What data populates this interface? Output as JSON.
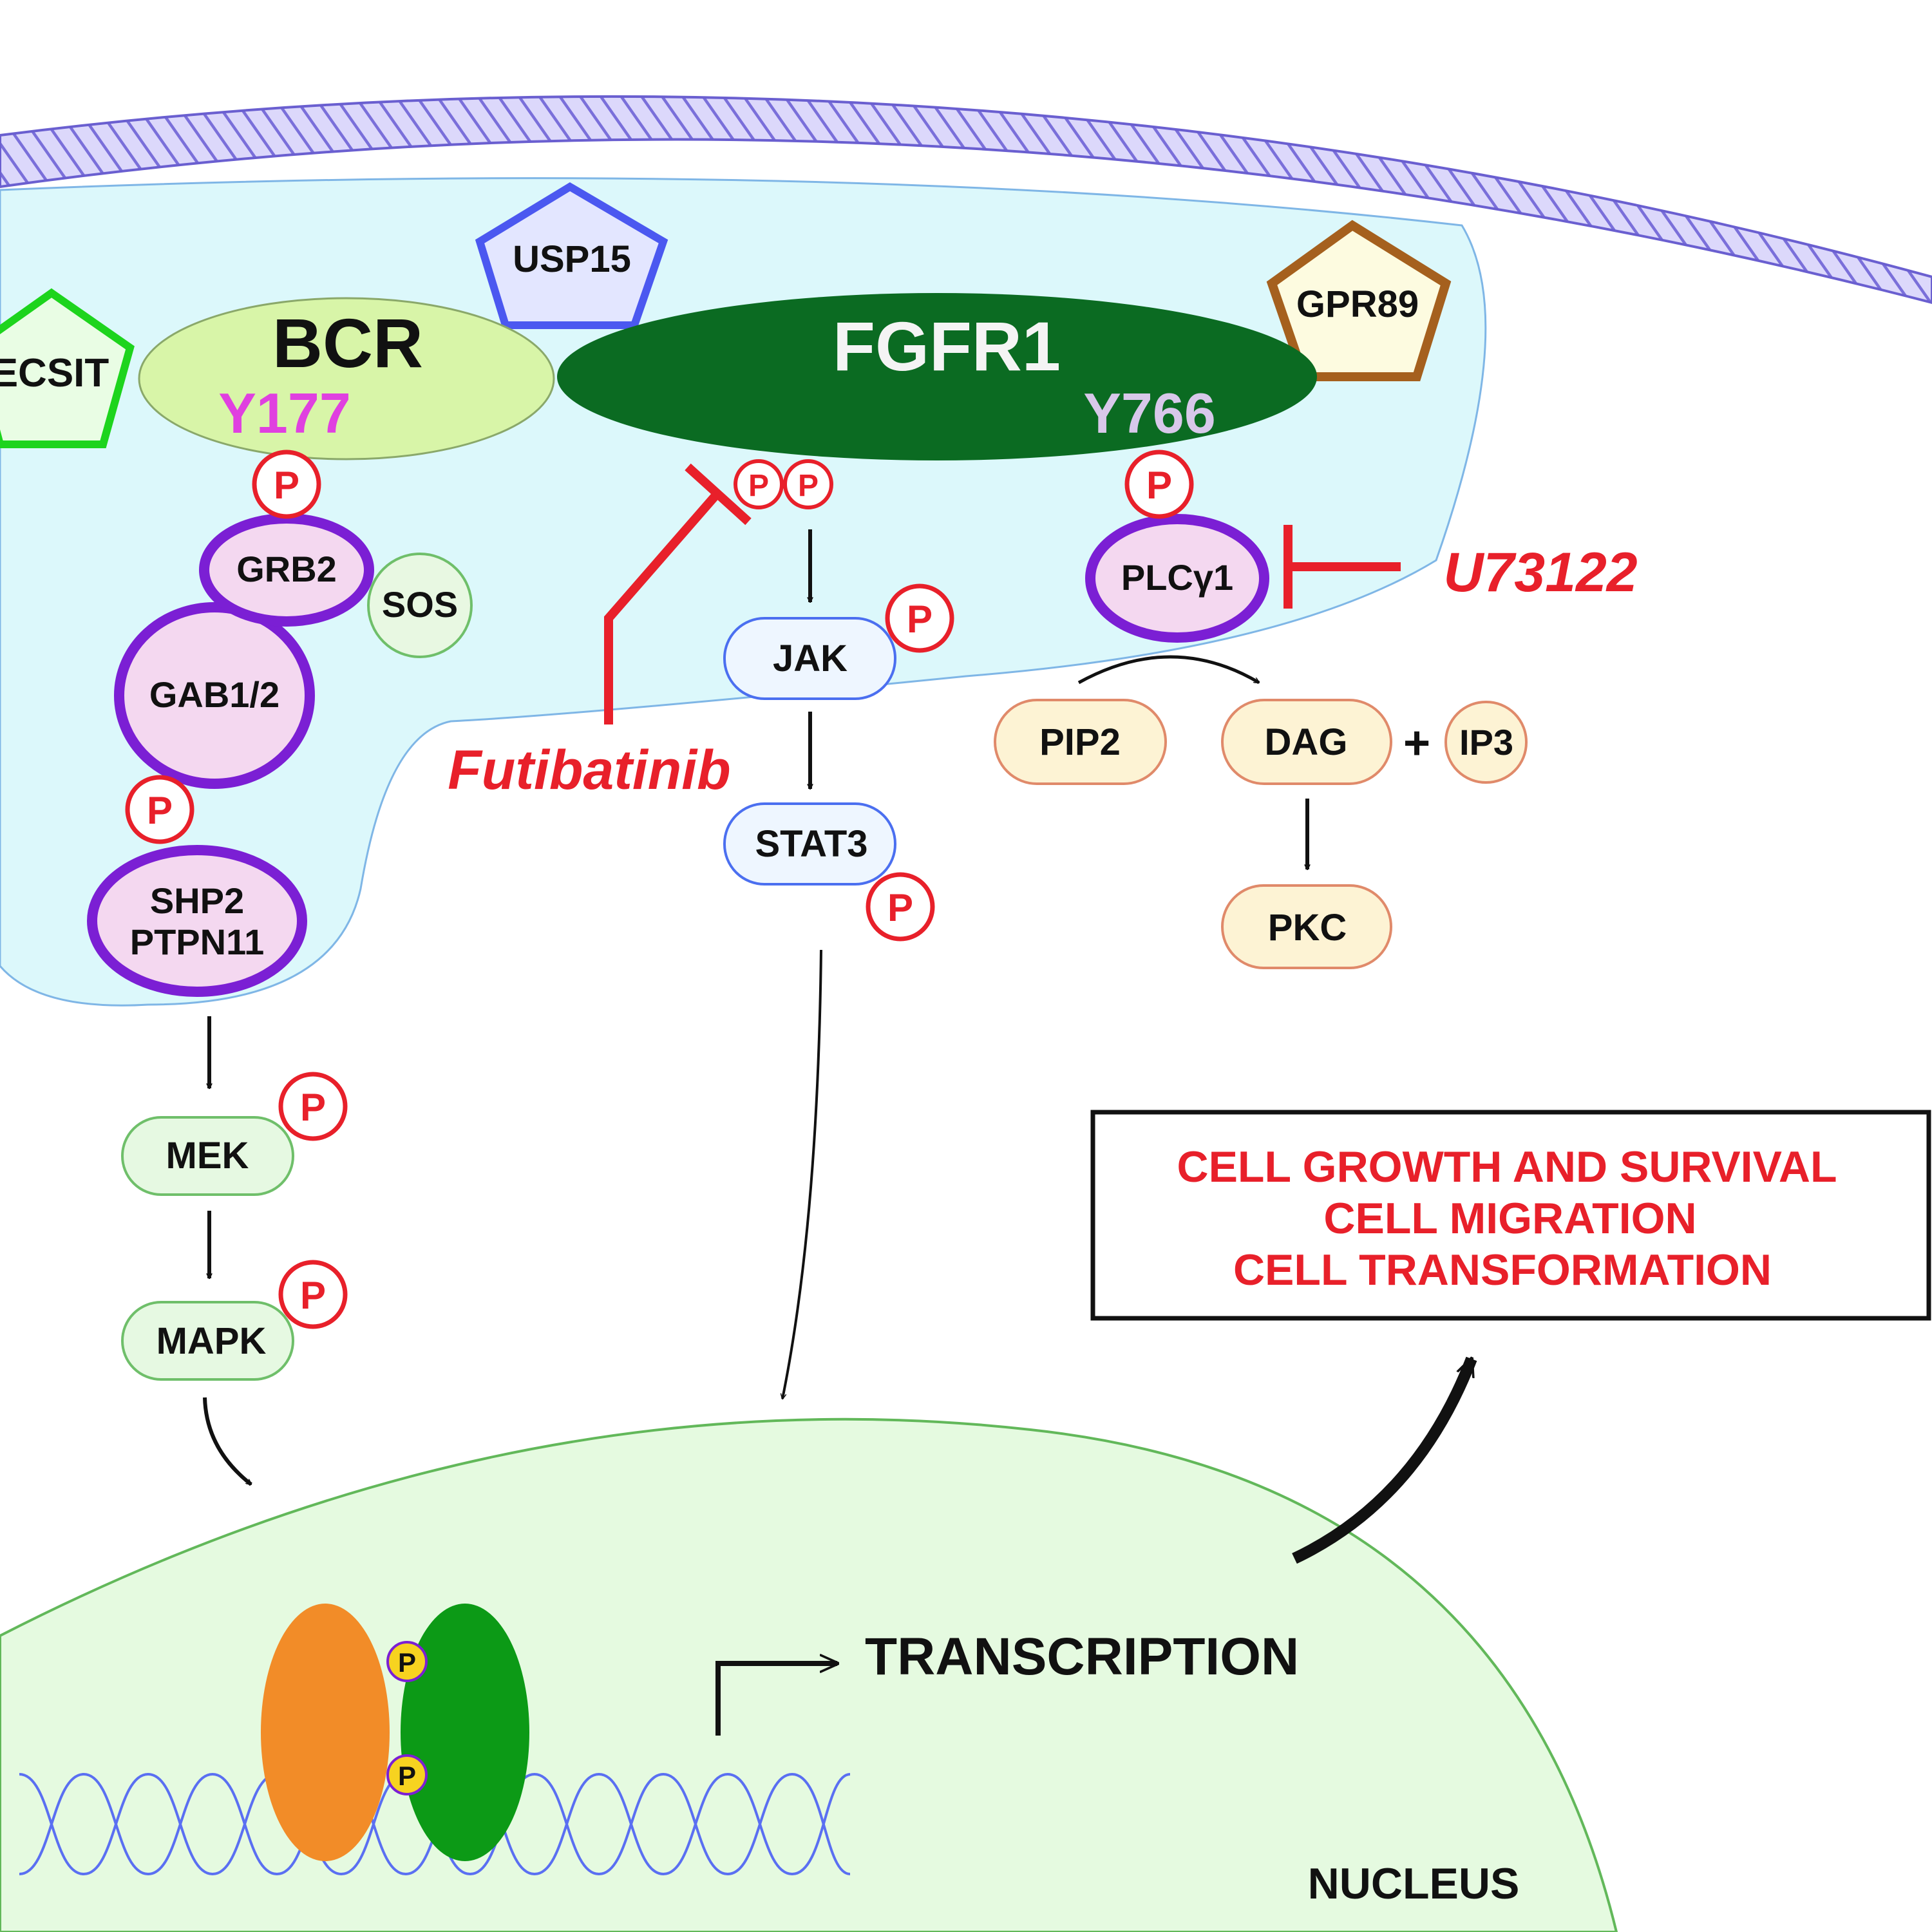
{
  "colors": {
    "membrane": "#8a7fe0",
    "cytoplasm": "#dcf8fb",
    "phospho": "#e8202a",
    "inhibitor": "#e8202a",
    "fgfr1": "#0b6b22",
    "bcr": "#d8f5a8",
    "nucleus": "#e5fae0"
  },
  "receptors": {
    "bcr": "BCR",
    "bcr_site": "Y177",
    "fgfr1": "FGFR1",
    "fgfr1_site": "Y766"
  },
  "partners": {
    "ecsit": "ECSIT",
    "usp15": "USP15",
    "gpr89": "GPR89"
  },
  "adaptors": {
    "grb2": "GRB2",
    "sos": "SOS",
    "gab": "GAB1/2",
    "shp2_line1": "SHP2",
    "shp2_line2": "PTPN11"
  },
  "kinases": {
    "mek": "MEK",
    "mapk": "MAPK",
    "jak": "JAK",
    "stat3": "STAT3"
  },
  "plc": {
    "plcg1": "PLCγ1",
    "pip2": "PIP2",
    "dag": "DAG",
    "plus": "+",
    "ip3": "IP3",
    "pkc": "PKC"
  },
  "phospho_label": "P",
  "inhibitors": {
    "futibatinib": "Futibatinib",
    "u73122": "U73122"
  },
  "outcomes": {
    "line1": "CELL GROWTH AND SURVIVAL",
    "line2": "CELL MIGRATION",
    "line3": "CELL TRANSFORMATION"
  },
  "nucleus": {
    "transcription": "TRANSCRIPTION",
    "label": "NUCLEUS"
  }
}
